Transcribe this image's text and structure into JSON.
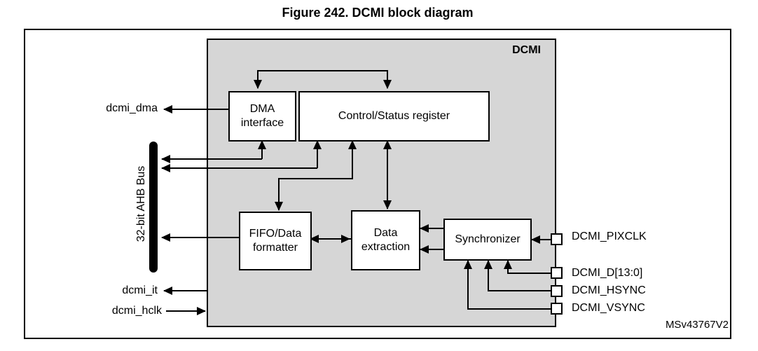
{
  "figure": {
    "title": "Figure 242. DCMI block diagram",
    "watermark": "MSv43767V2"
  },
  "diagram": {
    "container_label": "DCMI",
    "blocks": {
      "dma_interface": "DMA interface",
      "control_status": "Control/Status register",
      "fifo_formatter": "FIFO/Data formatter",
      "data_extraction": "Data extraction",
      "synchronizer": "Synchronizer"
    },
    "bus_label": "32-bit AHB Bus",
    "signals_left": [
      {
        "label": "dcmi_dma",
        "direction": "out"
      },
      {
        "label": "dcmi_it",
        "direction": "out"
      },
      {
        "label": "dcmi_hclk",
        "direction": "in"
      }
    ],
    "signals_right": [
      {
        "label": "DCMI_PIXCLK"
      },
      {
        "label": "DCMI_D[13:0]"
      },
      {
        "label": "DCMI_HSYNC"
      },
      {
        "label": "DCMI_VSYNC"
      }
    ],
    "colors": {
      "container_fill": "#d6d6d6",
      "block_fill": "#ffffff",
      "line": "#000000"
    }
  }
}
